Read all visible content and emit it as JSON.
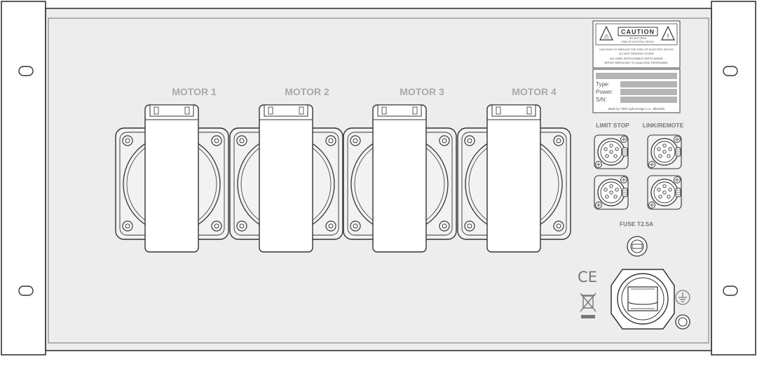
{
  "motors": [
    {
      "label": "MOTOR 1"
    },
    {
      "label": "MOTOR 2"
    },
    {
      "label": "MOTOR 3"
    },
    {
      "label": "MOTOR 4"
    }
  ],
  "connectors": {
    "limit_stop_label": "LIMIT STOP",
    "link_remote_label": "LINK/REMOTE"
  },
  "fuse": {
    "label": "FUSE T2.5A"
  },
  "caution_sticker": {
    "title": "CAUTION",
    "subtitle_1": "DO NOT OPEN",
    "subtitle_2": "RISK OF ELECTRIC SHOCK",
    "text": [
      "CAUTION! TO REDUCE THE RISK OF ELECTRIC SHOCK",
      "DO NOT REMOVE COVER",
      "NO USER-SERVICEABLE PARTS INSIDE",
      "REFER SERVICING TO QUALIFIED PERSONNEL"
    ]
  },
  "rating_plate": {
    "type_label": "Type:",
    "power_label": "Power:",
    "sn_label": "S/N:",
    "maker": "Made by: SRR Light Design s.r.o., Mlenička"
  },
  "marks": {
    "ce": "CE"
  },
  "colors": {
    "panel_fill": "#ededed",
    "line": "#333333",
    "label_gray": "#a9a9a9",
    "plate_bar": "#b5b5b5"
  }
}
